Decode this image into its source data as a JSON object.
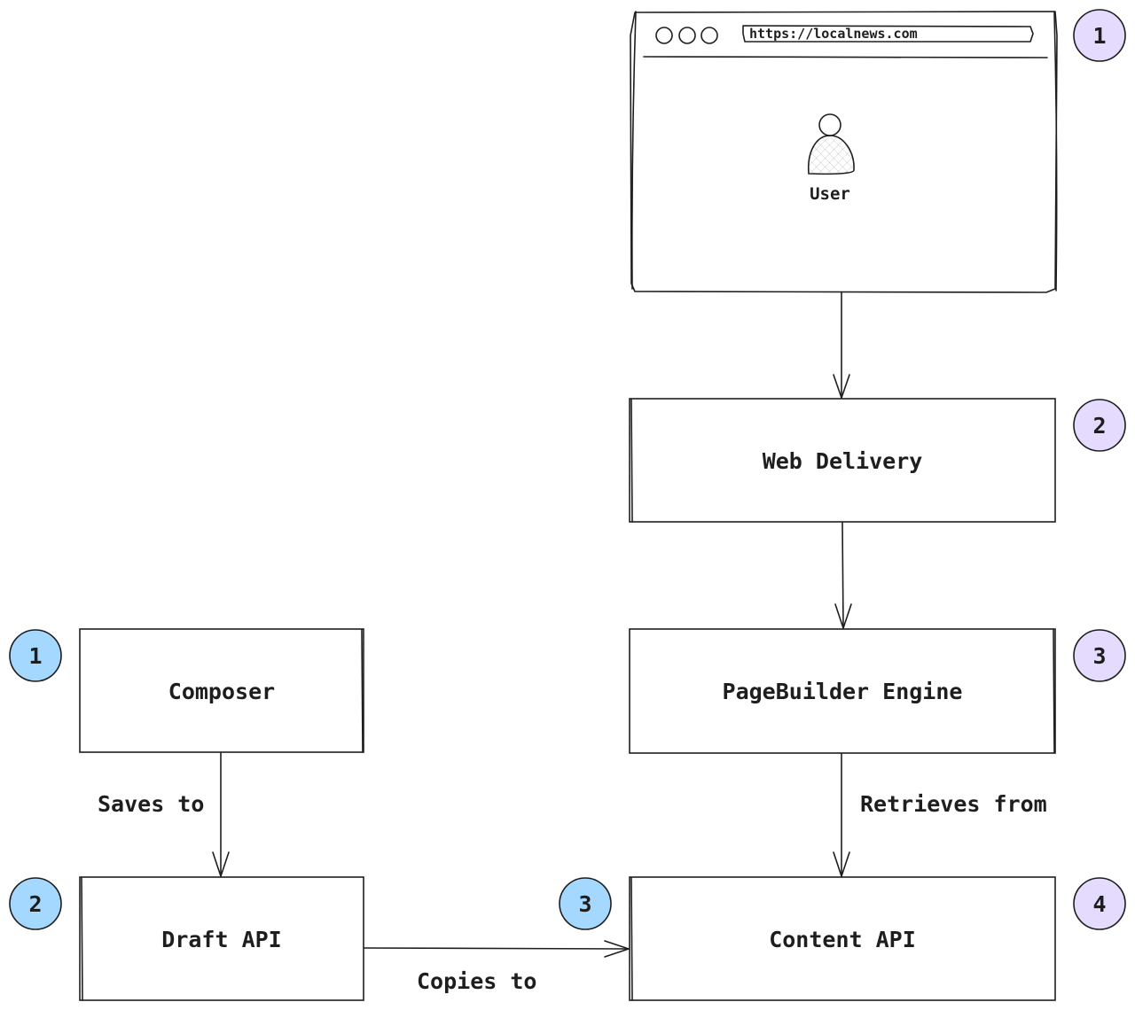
{
  "colors": {
    "stroke": "#1e1e1e",
    "badge_blue": "#a5d8ff",
    "badge_purple": "#e5dbff",
    "background": "#ffffff"
  },
  "browser": {
    "url": "https://localnews.com",
    "user_label": "User",
    "badge": "1",
    "icon": "user-icon"
  },
  "nodes": {
    "web_delivery": {
      "label": "Web Delivery",
      "badge": "2"
    },
    "pagebuilder": {
      "label": "PageBuilder Engine",
      "badge": "3"
    },
    "content_api": {
      "label": "Content API",
      "badge": "4"
    },
    "composer": {
      "label": "Composer",
      "badge": "1"
    },
    "draft_api": {
      "label": "Draft API",
      "badge": "2"
    },
    "copies_badge": "3"
  },
  "edges": {
    "saves_to": "Saves to",
    "retrieves_from": "Retrieves from",
    "copies_to": "Copies to"
  }
}
